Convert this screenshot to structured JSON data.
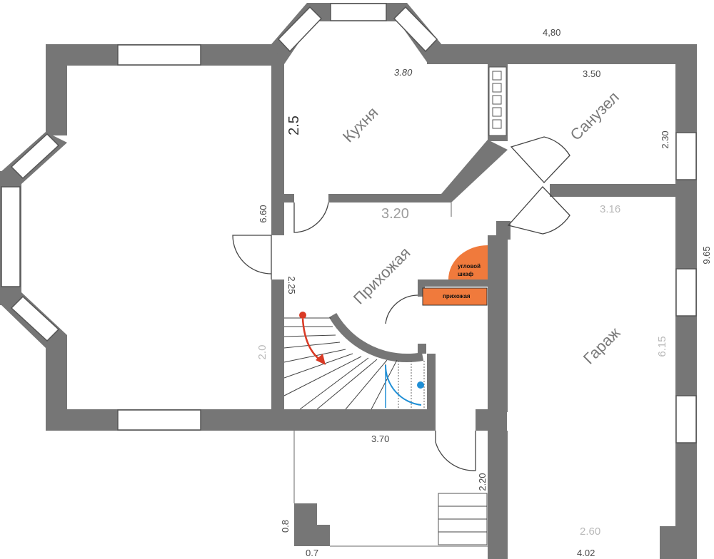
{
  "colors": {
    "wall": "#767676",
    "furniture": "#f07a3c",
    "arrow_red": "#d93a25",
    "door_blue": "#1f8fd6"
  },
  "rooms": {
    "kitchen": "Кухня",
    "bathroom": "Санузел",
    "hallway": "Прихожая",
    "garage": "Гараж"
  },
  "furniture": {
    "corner_wardrobe_line1": "угловой",
    "corner_wardrobe_line2": "шкаф",
    "hallway_cabinet": "прихожая"
  },
  "dimensions": {
    "top_right_width": "4,80",
    "kitchen_width": "3.80",
    "bathroom_width": "3.50",
    "kitchen_height": "2.5",
    "bathroom_height": "2.30",
    "hallway_width": "3.20",
    "garage_width_top": "3.16",
    "left_height": "6.60",
    "right_total_height": "9.65",
    "hallway_height": "2.25",
    "stair_height": "2.0",
    "garage_height": "6.15",
    "porch_width": "3.70",
    "porch_height": "2.20",
    "garage_width_bottom": "2.60",
    "bottom_right_width": "4.02",
    "porch_col_height": "0.8",
    "porch_col_width": "0.7"
  }
}
